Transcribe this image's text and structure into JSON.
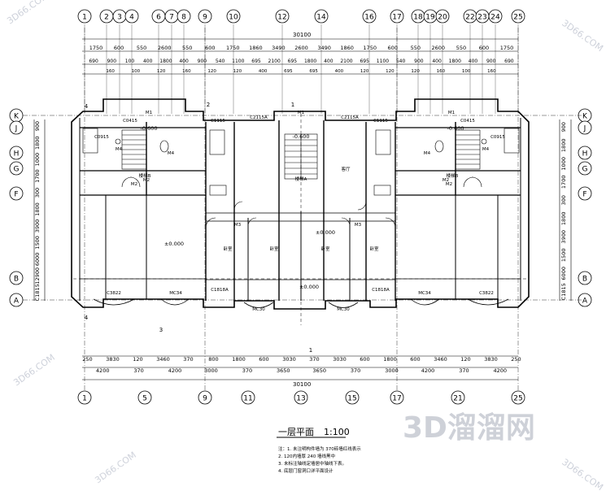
{
  "grid_top": [
    "1",
    "2",
    "3",
    "4",
    "6",
    "7",
    "8",
    "9",
    "10",
    "12",
    "14",
    "16",
    "17",
    "18",
    "19",
    "20",
    "22",
    "23",
    "24",
    "25"
  ],
  "grid_bottom": [
    "1",
    "5",
    "9",
    "11",
    "13",
    "15",
    "17",
    "21",
    "25"
  ],
  "grid_rows": [
    "K",
    "J",
    "H",
    "G",
    "F",
    "B",
    "A"
  ],
  "dims_top_total": "30100",
  "dims_top_row1": [
    "1750",
    "600",
    "550",
    "2600",
    "550",
    "600",
    "1750",
    "1860",
    "3490",
    "2600",
    "3490",
    "1860",
    "1750",
    "600",
    "550",
    "2600",
    "550",
    "600",
    "1750"
  ],
  "dims_top_row2": [
    "690",
    "900",
    "100",
    "400",
    "1800",
    "400",
    "900",
    "540",
    "1100",
    "695",
    "2100",
    "695",
    "1800",
    "400",
    "2100",
    "695",
    "1100",
    "540",
    "900",
    "400",
    "1800",
    "400",
    "900",
    "690"
  ],
  "dims_top_row3": [
    "160",
    "100",
    "120",
    "160",
    "120",
    "120",
    "400",
    "695",
    "695",
    "400",
    "120",
    "120",
    "120",
    "160",
    "100",
    "160"
  ],
  "dims_bottom_row1": [
    "250",
    "3830",
    "120",
    "3460",
    "370",
    "800",
    "1800",
    "600",
    "3030",
    "370",
    "3030",
    "600",
    "1800",
    "600",
    "3460",
    "120",
    "3830",
    "250"
  ],
  "dims_bottom_row2": [
    "4200",
    "370",
    "4200",
    "3000",
    "370",
    "3650",
    "3650",
    "370",
    "3000",
    "4200",
    "370",
    "4200"
  ],
  "dims_bottom_total": "30100",
  "dims_left": [
    "900",
    "1800",
    "1000",
    "1700",
    "300",
    "1800",
    "3900",
    "1500",
    "6000",
    "12900",
    "C1815"
  ],
  "dims_right": [
    "900",
    "1800",
    "1000",
    "1700",
    "300",
    "1800",
    "3900",
    "1500",
    "6000",
    "C1815"
  ],
  "windows_top": [
    "C2115A",
    "C2115A",
    "C1115",
    "C1115",
    "C0915",
    "C0915",
    "C0415",
    "C0415",
    "M2",
    "M2"
  ],
  "windows_bottom": [
    "C3822",
    "MC34",
    "C1818A",
    "MC30",
    "MC30",
    "C1818A",
    "MC34",
    "C3822"
  ],
  "room_labels": [
    "卧室",
    "卧室",
    "卧室",
    "卧室",
    "楼梯B",
    "楼梯B",
    "楼梯A",
    "客厅"
  ],
  "door_labels": [
    "M1",
    "M2",
    "M3",
    "M4",
    "M4",
    "M3",
    "M2",
    "M1",
    "M1",
    "M4",
    "M4"
  ],
  "elevations": [
    "±0.000",
    "±0.000",
    "±0.000",
    "-0.600",
    "-0.600",
    "-0.600"
  ],
  "section_markers": [
    "1",
    "1",
    "2",
    "3",
    "4",
    "4"
  ],
  "title": "一层平面",
  "scale": "1:100",
  "notes": [
    "注：1. 未注明构件墙为   370砖墙红线表示",
    "2. 120内墙厚  240 墙线黑中",
    "3. 未标注轴线定墙居中轴线下表。",
    "4. 底层门窗洞口详平面设计"
  ],
  "watermark_main": "3D溜溜网",
  "watermark_small": "3D66.COM"
}
